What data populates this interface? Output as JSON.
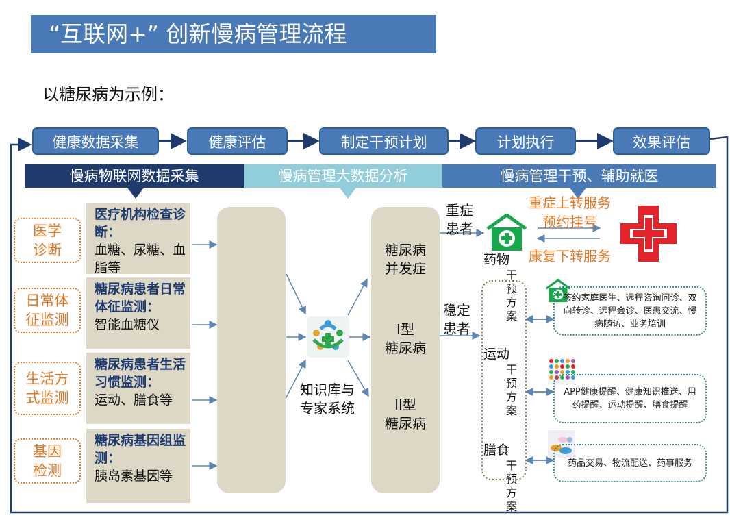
{
  "title": "“互联网+” 创新慢病管理流程",
  "subtitle": "以糖尿病为示例：",
  "steps": [
    "健康数据采集",
    "健康评估",
    "制定干预计划",
    "计划执行",
    "效果评估"
  ],
  "bands": [
    "慢病物联网数据采集",
    "慢病管理大数据分析",
    "慢病管理干预、辅助就医"
  ],
  "sources": [
    {
      "label_l1": "医学",
      "label_l2": "诊断",
      "bold": "医疗机构检查诊断：",
      "text": "血糖、尿糖、血脂等"
    },
    {
      "label_l1": "日常体",
      "label_l2": "征监测",
      "bold": "糖尿病患者日常体征监测：",
      "text": "智能血糖仪"
    },
    {
      "label_l1": "生活方",
      "label_l2": "式监测",
      "bold": "糖尿病患者生活习惯监测：",
      "text": "运动、膳食等"
    },
    {
      "label_l1": "基因",
      "label_l2": "检测",
      "bold": "糖尿病基因组监测：",
      "text": "胰岛素基因等"
    }
  ],
  "knowledge": {
    "l1": "知识库与",
    "l2": "专家系统"
  },
  "diseases": [
    {
      "l1": "糖尿病",
      "l2": "并发症"
    },
    {
      "l1": "I型",
      "l2": "糖尿病"
    },
    {
      "l1": "II型",
      "l2": "糖尿病"
    }
  ],
  "patients": {
    "severe_l1": "重症",
    "severe_l2": "患者",
    "stable_l1": "稳定",
    "stable_l2": "患者"
  },
  "referral": {
    "up_l1": "重症上转服务",
    "up_l2": "预约挂号",
    "down": "康复下转服务"
  },
  "interventions": [
    {
      "main": "药物",
      "sub": [
        "干",
        "预",
        "方",
        "案"
      ]
    },
    {
      "main": "运动",
      "sub": [
        "干",
        "预",
        "方",
        "案"
      ]
    },
    {
      "main": "膳食",
      "sub": [
        "干",
        "预",
        "方",
        "案"
      ]
    }
  ],
  "services": [
    "签约家庭医生、远程咨询问诊、双向转诊、远程会诊、医患交流、慢病随访、业务培训",
    "APP健康提醒、健康知识推送、用药提醒、运动提醒、膳食提醒",
    "药品交易、物流配送、药事服务"
  ],
  "colors": {
    "blue": "#4a79b8",
    "dark_blue": "#1f3b6e",
    "light_blue": "#92cddc",
    "orange": "#e87722",
    "tan": "#dcd8c5",
    "green": "#16a84a",
    "red": "#e3242b"
  }
}
